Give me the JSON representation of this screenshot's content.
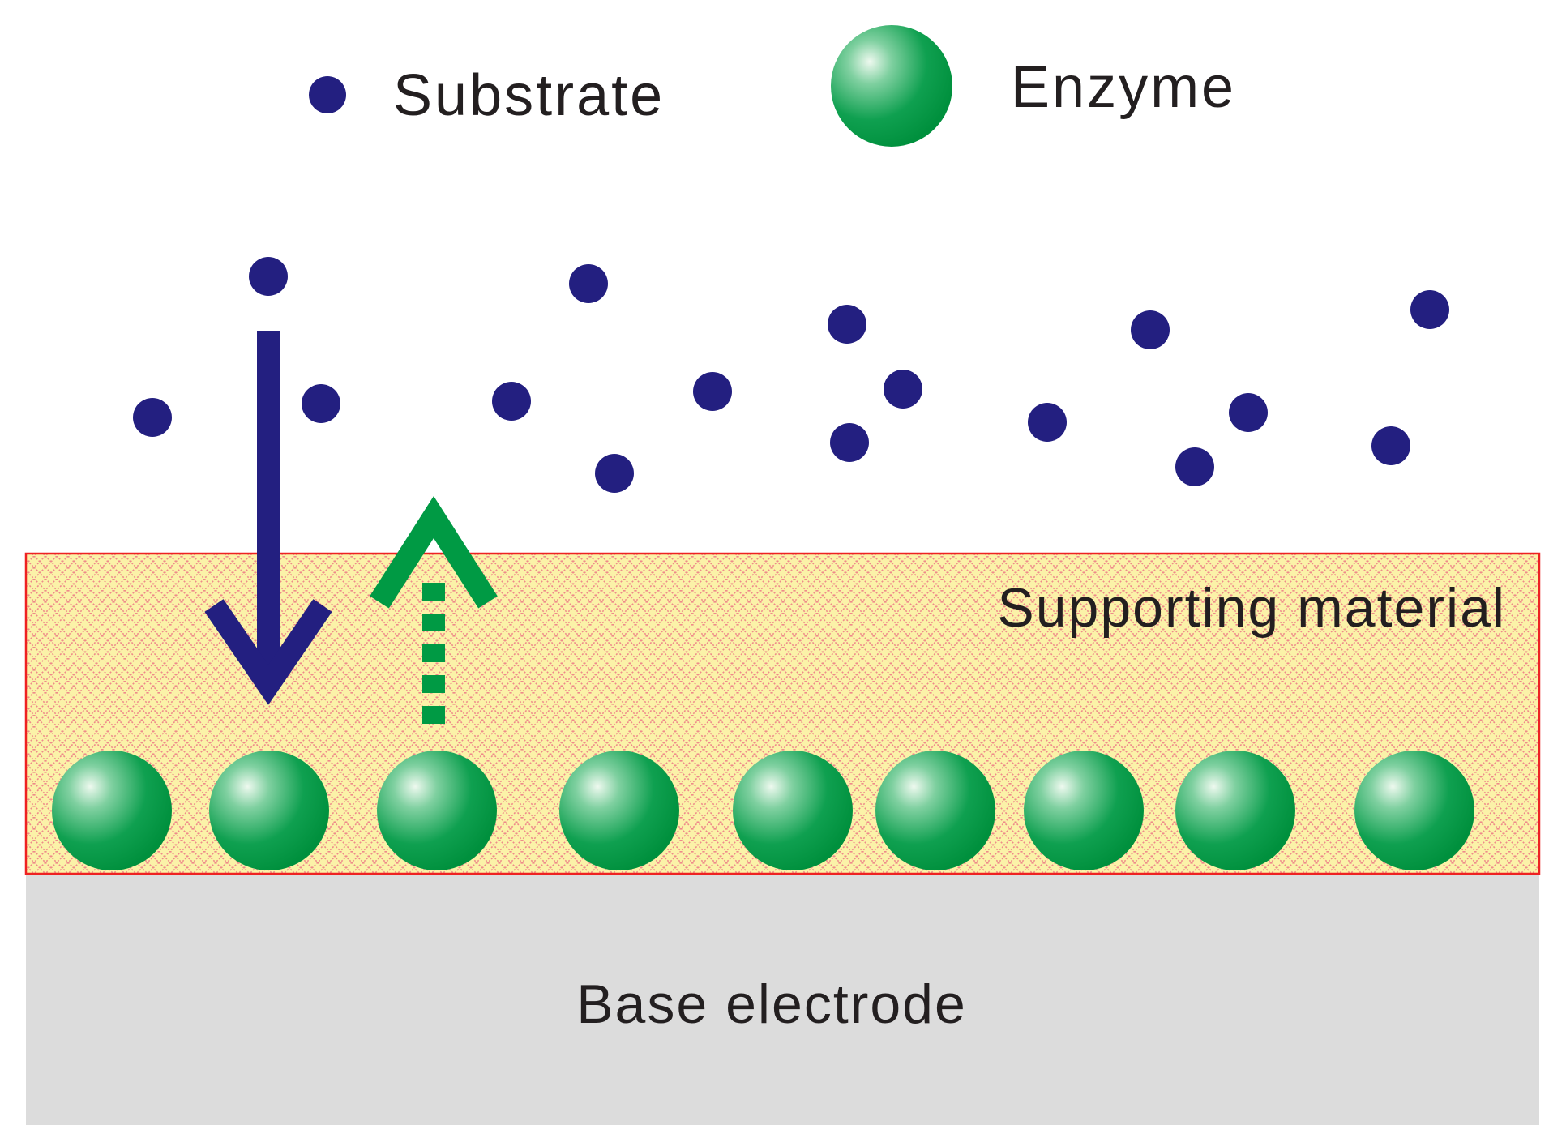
{
  "legend": {
    "substrate_label": "Substrate",
    "enzyme_label": "Enzyme"
  },
  "layers": {
    "supporting_material_label": "Supporting material",
    "base_electrode_label": "Base electrode"
  },
  "colors": {
    "substrate": "#231f80",
    "enzyme": "#009a44",
    "enzyme_highlight": "#e8f8ea",
    "substrate_arrow": "#231f80",
    "product_arrow": "#009a44",
    "support_fill": "#fbf2a8",
    "support_hatch": "#ee8888",
    "support_border": "#ee2222",
    "electrode_fill": "#dcdcdc",
    "text": "#231f20"
  },
  "icons": {
    "substrate": "substrate-dot-icon",
    "enzyme": "enzyme-sphere-icon",
    "inflow_arrow": "arrow-down-icon",
    "outflow_arrow": "dashed-arrow-up-icon"
  }
}
